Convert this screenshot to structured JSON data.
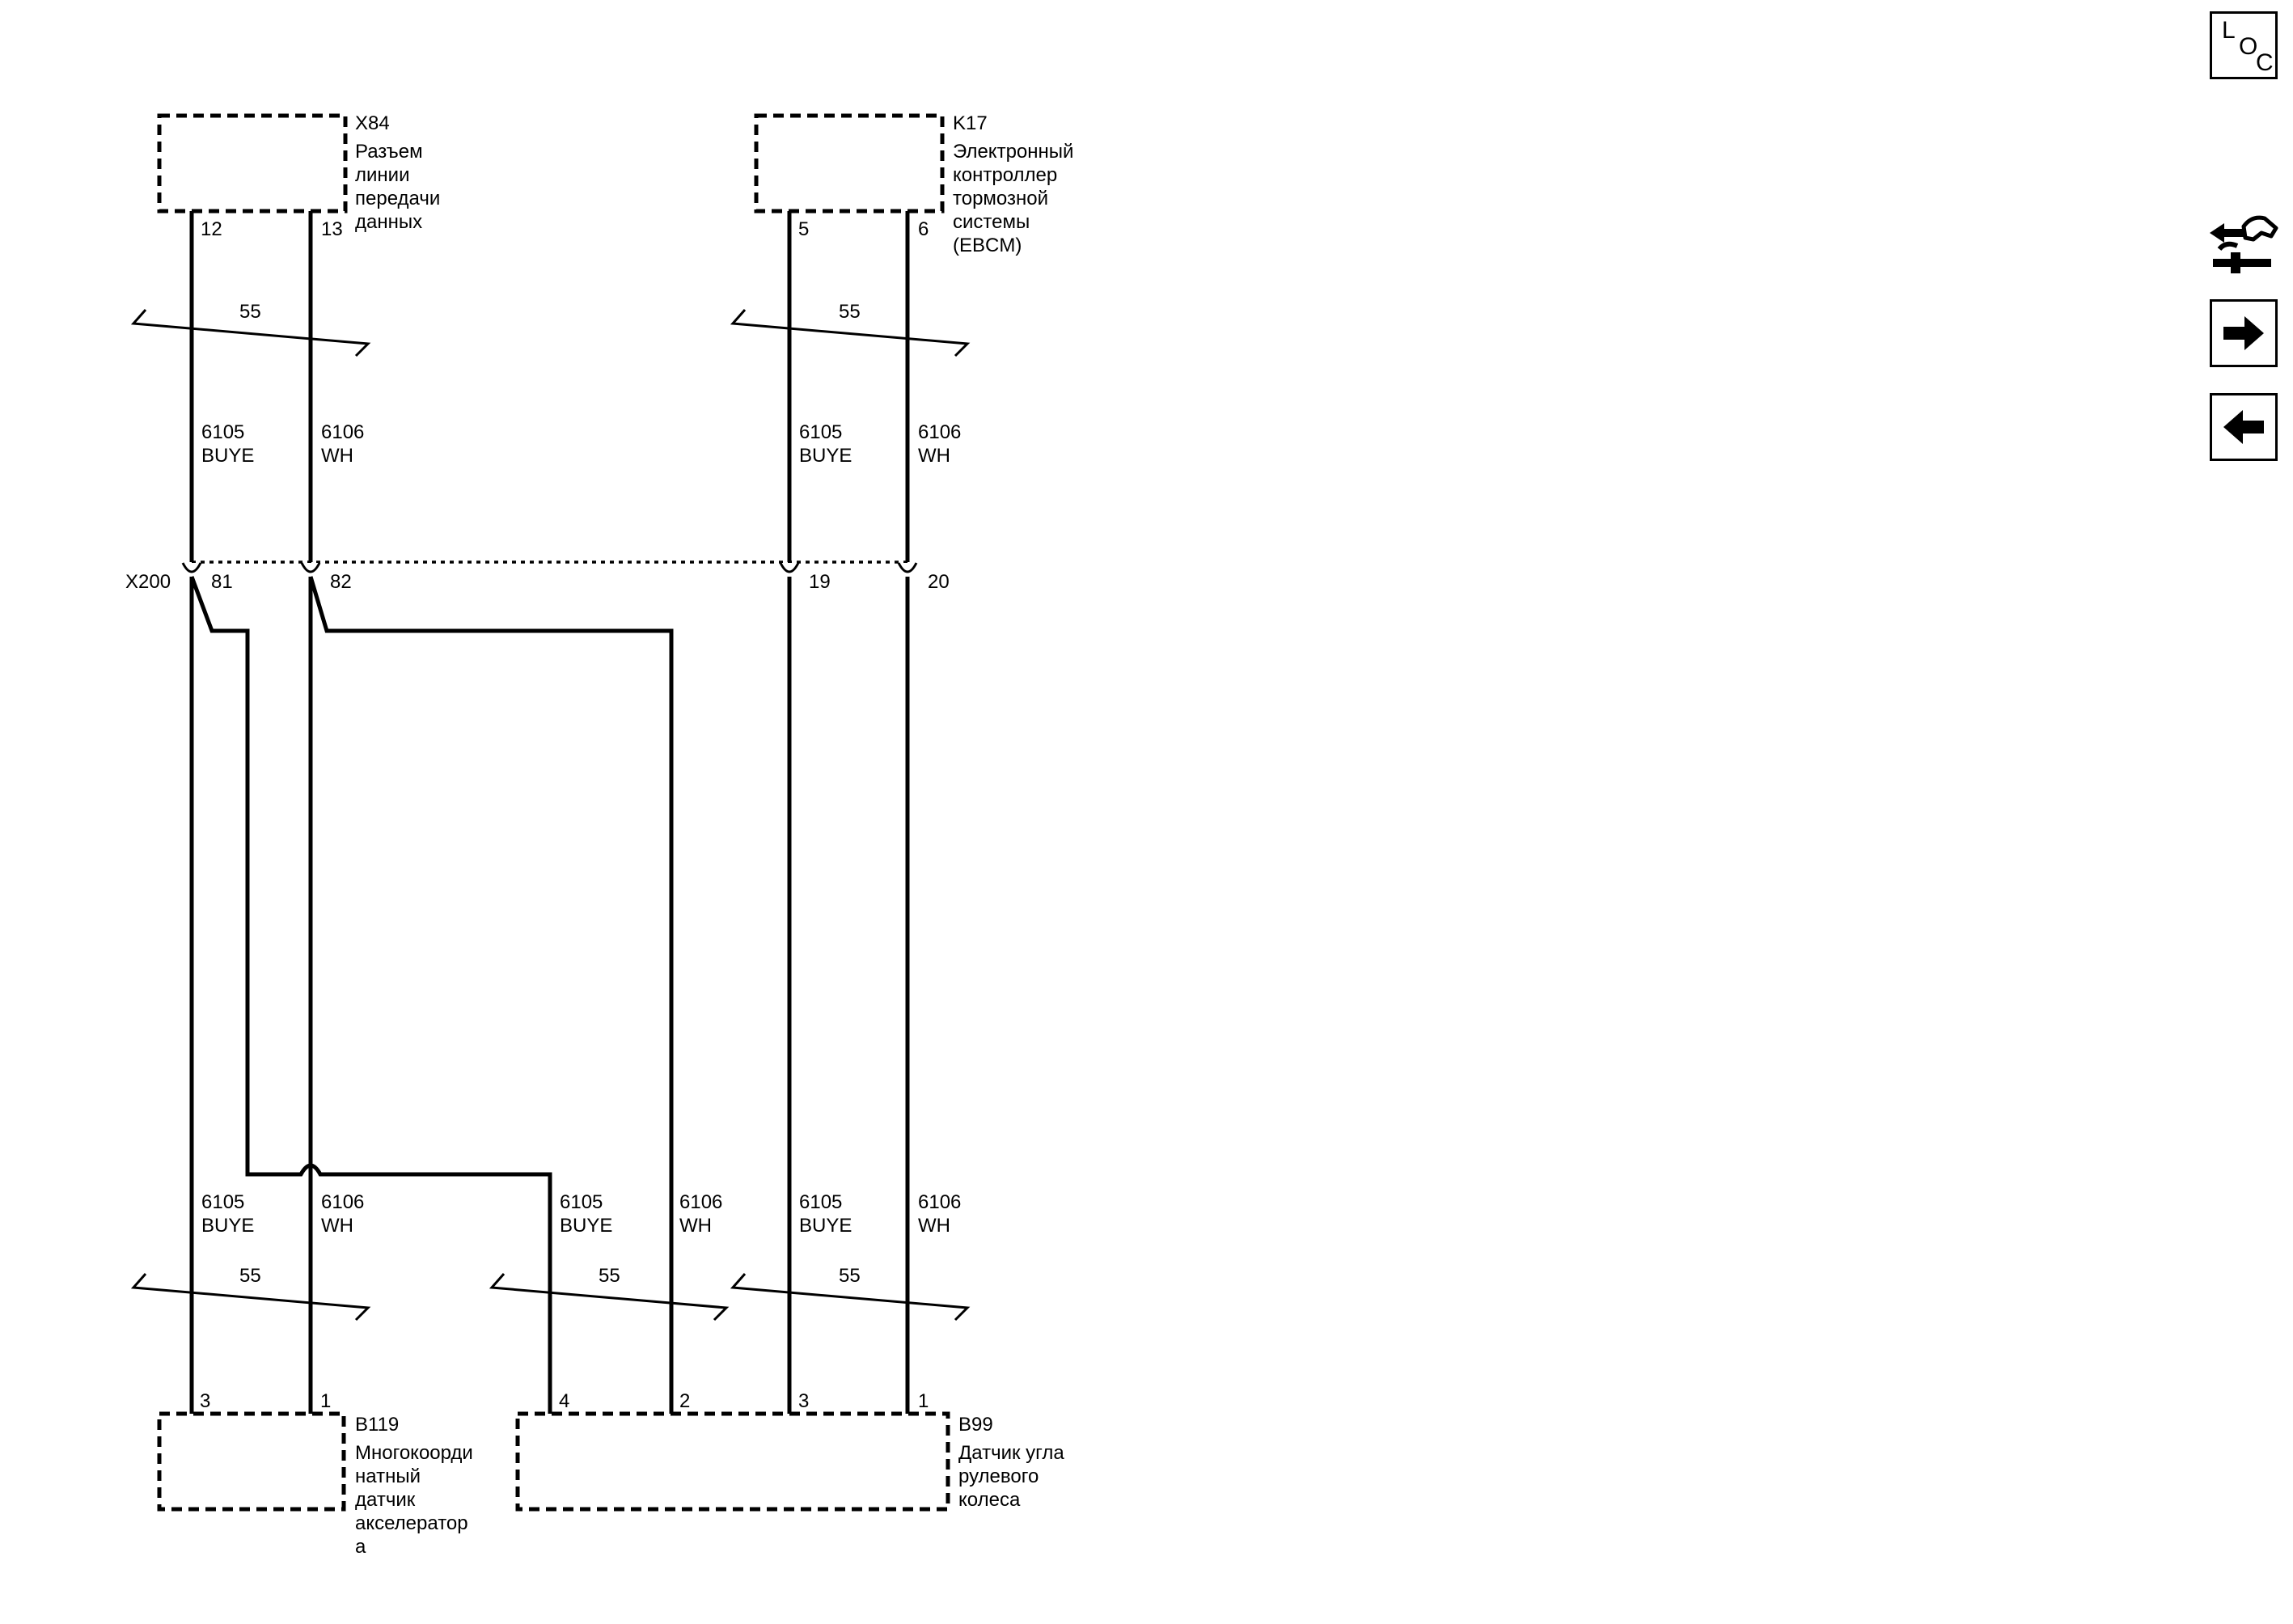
{
  "components": {
    "x84": {
      "ref": "X84",
      "name_lines": [
        "Разъем",
        "линии",
        "передачи",
        "данных"
      ],
      "pins": [
        "12",
        "13"
      ]
    },
    "k17": {
      "ref": "K17",
      "name_lines": [
        "Электронный",
        "контроллер",
        "тормозной",
        "системы",
        "(EBCM)"
      ],
      "pins": [
        "5",
        "6"
      ]
    },
    "b119": {
      "ref": "B119",
      "name_lines": [
        "Многокоорди",
        "натный",
        "датчик",
        "акселератор",
        "а"
      ],
      "pins": [
        "3",
        "1"
      ]
    },
    "b99": {
      "ref": "B99",
      "name_lines": [
        "Датчик угла",
        "рулевого",
        "колеса"
      ],
      "pins": [
        "4",
        "2",
        "3",
        "1"
      ]
    }
  },
  "inline_connector": {
    "ref": "X200",
    "pins": [
      "81",
      "82",
      "19",
      "20"
    ]
  },
  "shield_label": "55",
  "wires": {
    "w6105": {
      "circuit": "6105",
      "color": "BUYE"
    },
    "w6106": {
      "circuit": "6106",
      "color": "WH"
    }
  },
  "side_buttons": {
    "location": {
      "letters": [
        "L",
        "O",
        "C"
      ],
      "icon": "location-icon"
    },
    "connector": {
      "icon": "connector-views-icon"
    },
    "next": {
      "icon": "arrow-right-icon"
    },
    "previous": {
      "icon": "arrow-left-icon"
    }
  }
}
